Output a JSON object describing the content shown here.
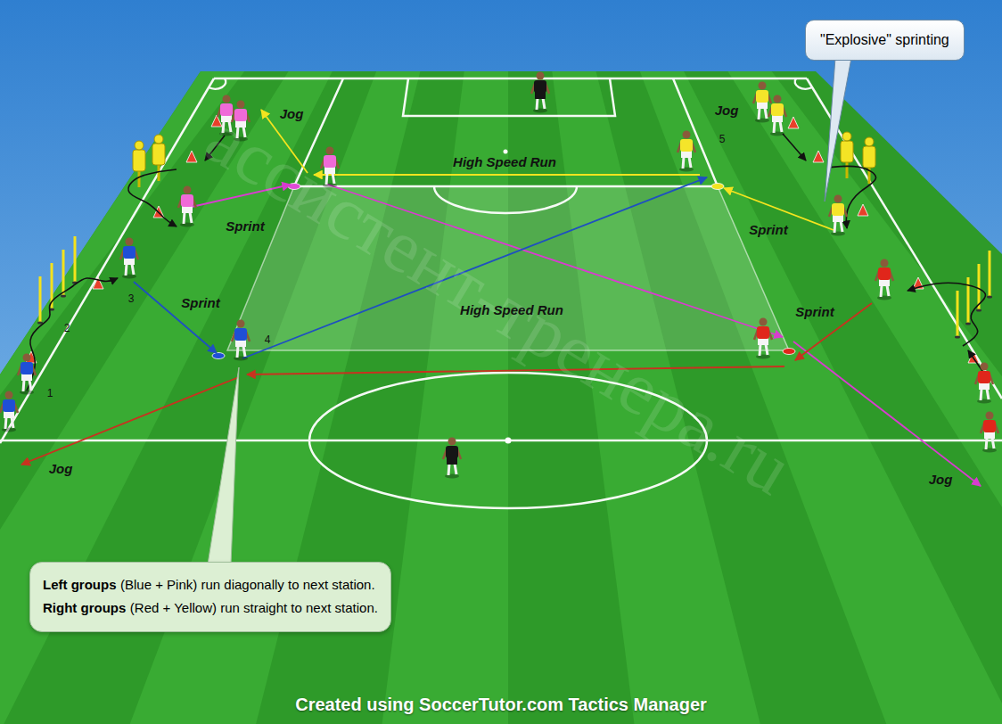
{
  "diagram": {
    "caption": "Created using SoccerTutor.com Tactics Manager",
    "nodes": [
      {
        "text": [
          "\"Explosive\" sprinting"
        ]
      },
      {
        "text": [
          "Left groups",
          "(Blue + Pink) run diagonally to next station.",
          "Right groups",
          "(Red + Yellow) run straight to next station."
        ]
      }
    ],
    "labels": [
      "ассистент-тренера.ru",
      "Jog",
      "Jog",
      "5",
      "High Speed Run",
      "Sprint",
      "Sprint",
      "3",
      "Sprint",
      "High Speed Run",
      "Sprint",
      "2",
      "4",
      "1",
      "Jog",
      "Jog"
    ]
  }
}
